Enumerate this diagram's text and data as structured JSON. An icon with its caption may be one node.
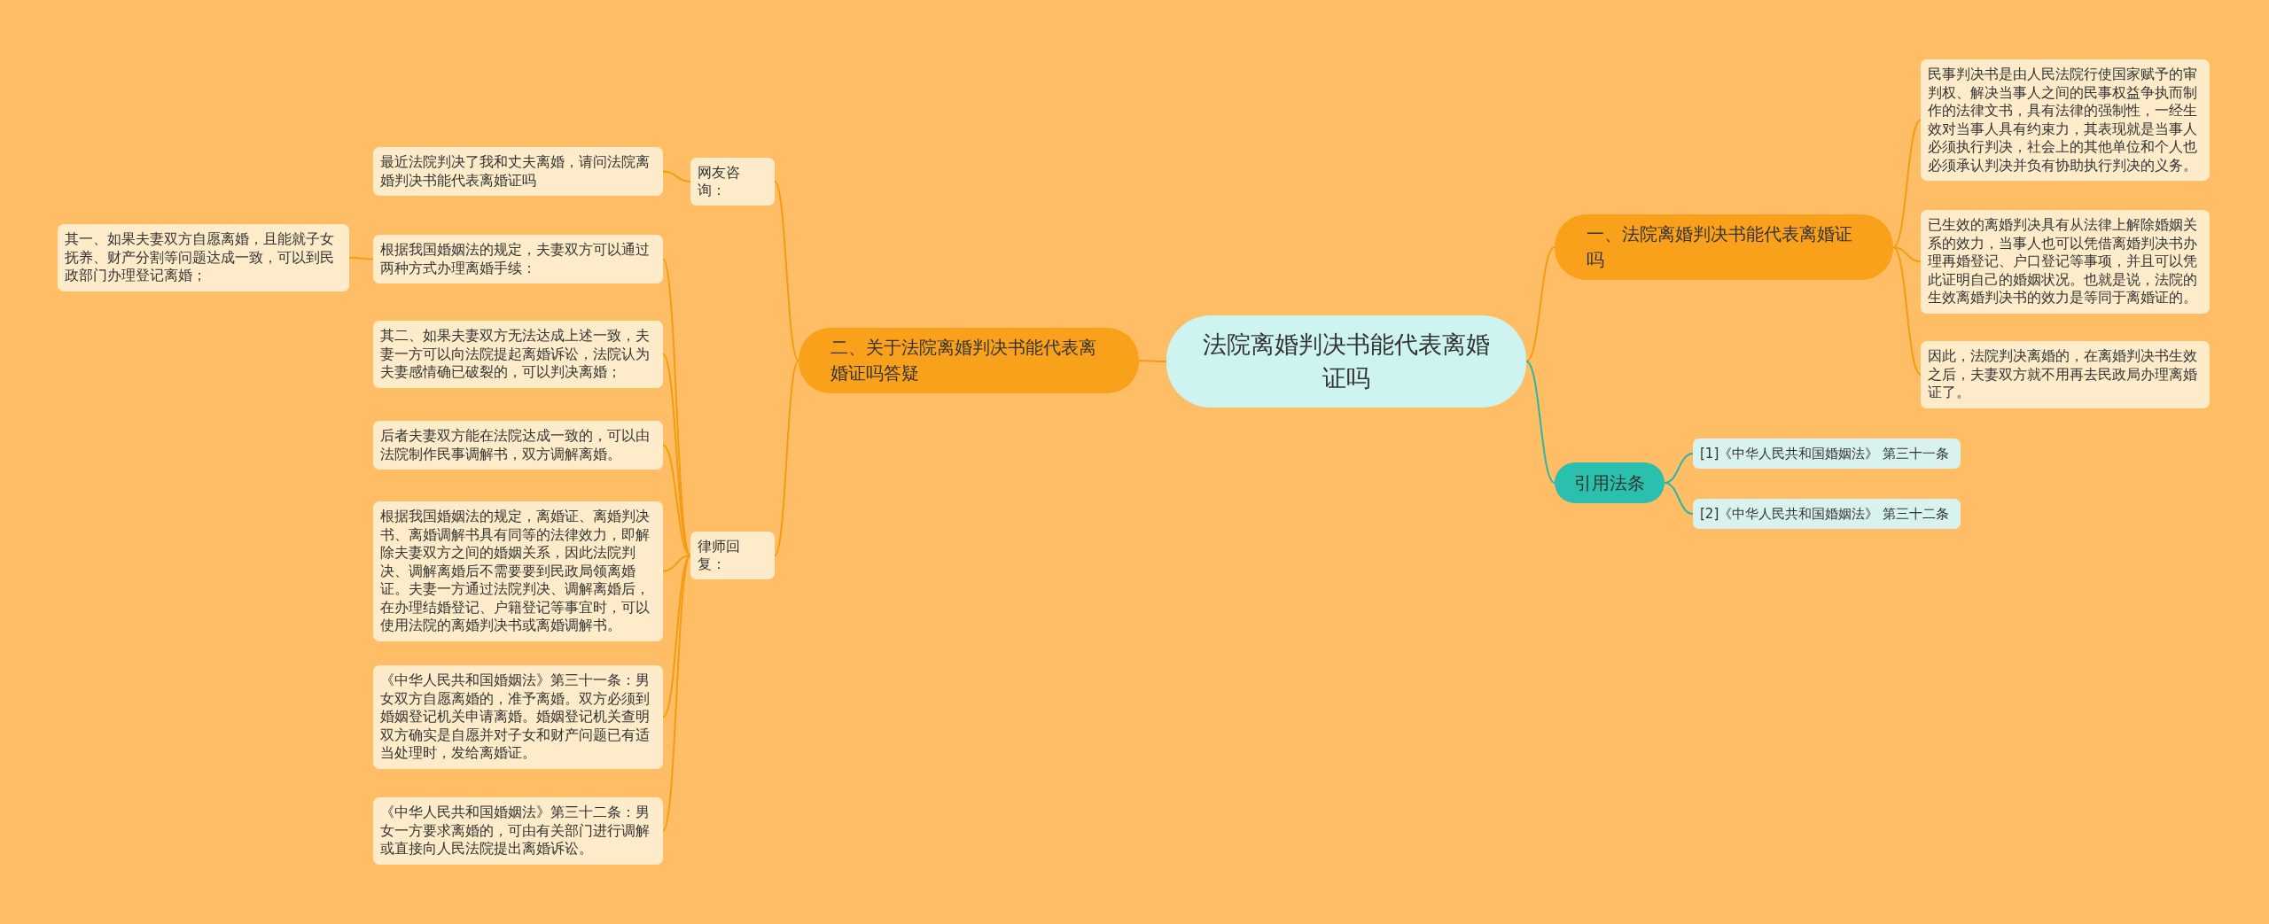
{
  "diagram": {
    "nodes": [
      {
        "text": [
          "法院离婚判决书能代表离婚证吗"
        ]
      },
      {
        "text": [
          "一、法院离婚判决书能代表离婚证吗"
        ]
      },
      {
        "text": [
          "民事判决书是由人民法院行使国家赋予的审判权、解决当事人之间的民事权益争执而制作的法律文书，具有法律的强制性，一经生效对当事人具有约束力，其表现就是当事人必须执行判决，社会上的其他单位和个人也必须承认判决并负有协助执行判决的义务。"
        ]
      },
      {
        "text": [
          "已生效的离婚判决具有从法律上解除婚姻关系的效力，当事人也可以凭借离婚判决书办理再婚登记、户口登记等事项，并且可以凭此证明自己的婚姻状况。也就是说，法院的生效离婚判决书的效力是等同于离婚证的。"
        ]
      },
      {
        "text": [
          "因此，法院判决离婚的，在离婚判决书生效之后，夫妻双方就不用再去民政局办理离婚证了。"
        ]
      },
      {
        "text": [
          "引用法条"
        ]
      },
      {
        "text": [
          "[1]《中华人民共和国婚姻法》 第三十一条"
        ]
      },
      {
        "text": [
          "[2]《中华人民共和国婚姻法》 第三十二条"
        ]
      },
      {
        "text": [
          "二、关于法院离婚判决书能代表离婚证吗答疑"
        ]
      },
      {
        "text": [
          "网友咨询："
        ]
      },
      {
        "text": [
          "最近法院判决了我和丈夫离婚，请问法院离婚判决书能代表离婚证吗"
        ]
      },
      {
        "text": [
          "律师回复："
        ]
      },
      {
        "text": [
          "根据我国婚姻法的规定，夫妻双方可以通过两种方式办理离婚手续："
        ]
      },
      {
        "text": [
          "其二、如果夫妻双方无法达成上述一致，夫妻一方可以向法院提起离婚诉讼，法院认为夫妻感情确已破裂的，可以判决离婚；"
        ]
      },
      {
        "text": [
          "后者夫妻双方能在法院达成一致的，可以由法院制作民事调解书，双方调解离婚。"
        ]
      },
      {
        "text": [
          "根据我国婚姻法的规定，离婚证、离婚判决书、离婚调解书具有同等的法律效力，即解除夫妻双方之间的婚姻关系，因此法院判决、调解离婚后不需要要到民政局领离婚证。夫妻一方通过法院判决、调解离婚后，在办理结婚登记、户籍登记等事宜时，可以使用法院的离婚判决书或离婚调解书。"
        ]
      },
      {
        "text": [
          "《中华人民共和国婚姻法》第三十一条：男女双方自愿离婚的，准予离婚。双方必须到婚姻登记机关申请离婚。婚姻登记机关查明双方确实是自愿并对子女和财产问题已有适当处理时，发给离婚证。"
        ]
      },
      {
        "text": [
          "《中华人民共和国婚姻法》第三十二条：男女一方要求离婚的，可由有关部门进行调解或直接向人民法院提出离婚诉讼。"
        ]
      },
      {
        "text": [
          "其一、如果夫妻双方自愿离婚，且能就子女抚养、财产分割等问题达成一致，可以到民政部门办理登记离婚；"
        ]
      }
    ],
    "edges": [
      {
        "from": 0,
        "to": 1,
        "arrow": "none"
      },
      {
        "from": 1,
        "to": 2,
        "arrow": "none"
      },
      {
        "from": 1,
        "to": 3,
        "arrow": "none"
      },
      {
        "from": 1,
        "to": 4,
        "arrow": "none"
      },
      {
        "from": 0,
        "to": 5,
        "arrow": "none",
        "color": "#2bb5a5"
      },
      {
        "from": 5,
        "to": 6,
        "arrow": "none",
        "color": "#2bb5a5"
      },
      {
        "from": 5,
        "to": 7,
        "arrow": "none",
        "color": "#2bb5a5"
      },
      {
        "from": 0,
        "to": 8,
        "arrow": "none"
      },
      {
        "from": 8,
        "to": 9,
        "arrow": "none"
      },
      {
        "from": 9,
        "to": 10,
        "arrow": "none"
      },
      {
        "from": 8,
        "to": 11,
        "arrow": "none"
      },
      {
        "from": 11,
        "to": 12,
        "arrow": "none"
      },
      {
        "from": 11,
        "to": 13,
        "arrow": "none"
      },
      {
        "from": 11,
        "to": 14,
        "arrow": "none"
      },
      {
        "from": 11,
        "to": 15,
        "arrow": "none"
      },
      {
        "from": 11,
        "to": 16,
        "arrow": "none"
      },
      {
        "from": 11,
        "to": 17,
        "arrow": "none"
      },
      {
        "from": 12,
        "to": 18,
        "arrow": "none"
      }
    ]
  }
}
